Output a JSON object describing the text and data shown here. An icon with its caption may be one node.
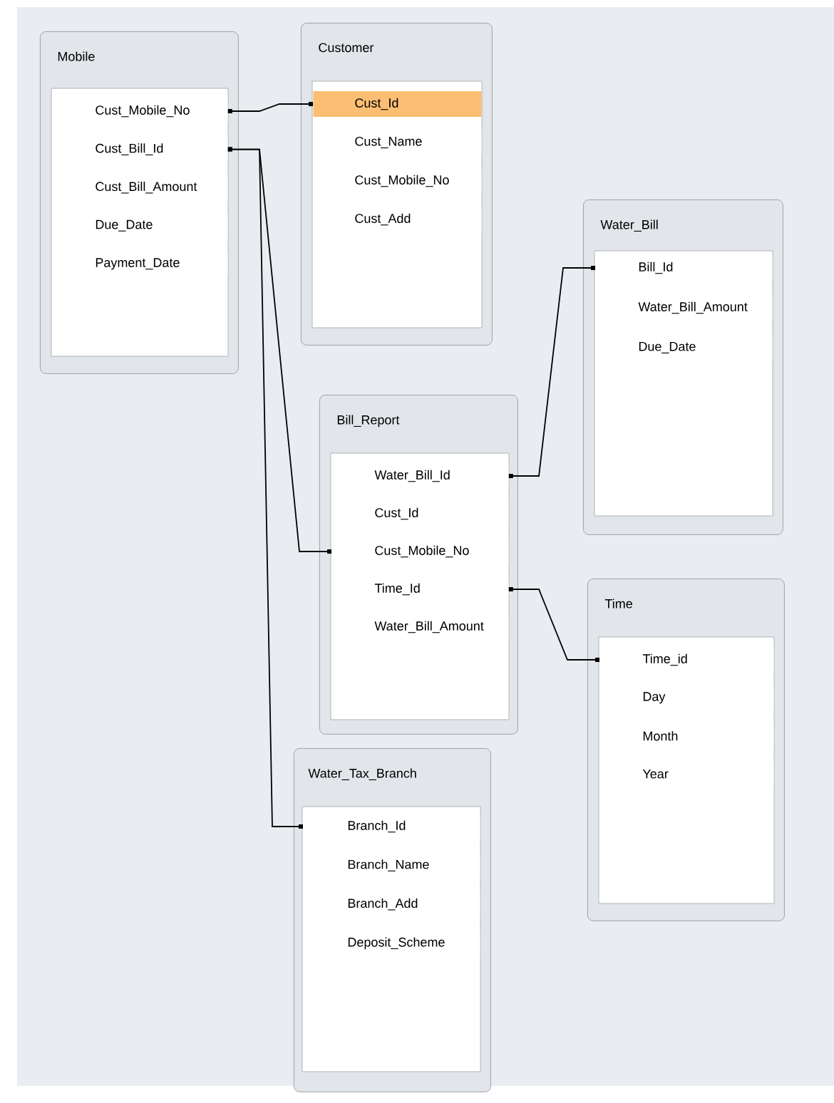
{
  "diagram": {
    "nodes": [
      {
        "text": [
          "Mobile"
        ]
      },
      {
        "text": [
          "Cust_Mobile_No"
        ],
        "in": 0
      },
      {
        "text": [
          "Cust_Bill_Id"
        ],
        "in": 0
      },
      {
        "text": [
          "Cust_Bill_Amount"
        ],
        "in": 0
      },
      {
        "text": [
          "Due_Date"
        ],
        "in": 0
      },
      {
        "text": [
          "Payment_Date"
        ],
        "in": 0
      },
      {
        "text": [
          "Customer"
        ]
      },
      {
        "text": [
          "Cust_Id"
        ],
        "in": 6
      },
      {
        "text": [
          "Cust_Name"
        ],
        "in": 6
      },
      {
        "text": [
          "Cust_Mobile_No"
        ],
        "in": 6
      },
      {
        "text": [
          "Cust_Add"
        ],
        "in": 6
      },
      {
        "text": [
          "Water_Bill"
        ]
      },
      {
        "text": [
          "Bill_Id"
        ],
        "in": 11
      },
      {
        "text": [
          "Water_Bill_Amount"
        ],
        "in": 11
      },
      {
        "text": [
          "Due_Date"
        ],
        "in": 11
      },
      {
        "text": [
          "Bill_Report"
        ]
      },
      {
        "text": [
          "Water_Bill_Id"
        ],
        "in": 15
      },
      {
        "text": [
          "Cust_Id"
        ],
        "in": 15
      },
      {
        "text": [
          "Cust_Mobile_No"
        ],
        "in": 15
      },
      {
        "text": [
          "Time_Id"
        ],
        "in": 15
      },
      {
        "text": [
          "Water_Bill_Amount"
        ],
        "in": 15
      },
      {
        "text": [
          "Time"
        ]
      },
      {
        "text": [
          "Time_id"
        ],
        "in": 21
      },
      {
        "text": [
          "Day"
        ],
        "in": 21
      },
      {
        "text": [
          "Month"
        ],
        "in": 21
      },
      {
        "text": [
          "Year"
        ],
        "in": 21
      },
      {
        "text": [
          "Water_Tax_Branch"
        ]
      },
      {
        "text": [
          "Branch_Id"
        ],
        "in": 26
      },
      {
        "text": [
          "Branch_Name"
        ],
        "in": 26
      },
      {
        "text": [
          "Branch_Add"
        ],
        "in": 26
      },
      {
        "text": [
          "Deposit_Scheme"
        ],
        "in": 26
      }
    ],
    "edges": [
      {
        "from": 1,
        "to": 7,
        "arrow": "other"
      },
      {
        "from": 2,
        "to": 18,
        "arrow": "other"
      },
      {
        "from": 2,
        "to": 27,
        "arrow": "other"
      },
      {
        "from": 16,
        "to": 12,
        "arrow": "other"
      },
      {
        "from": 19,
        "to": 22,
        "arrow": "other"
      }
    ]
  }
}
